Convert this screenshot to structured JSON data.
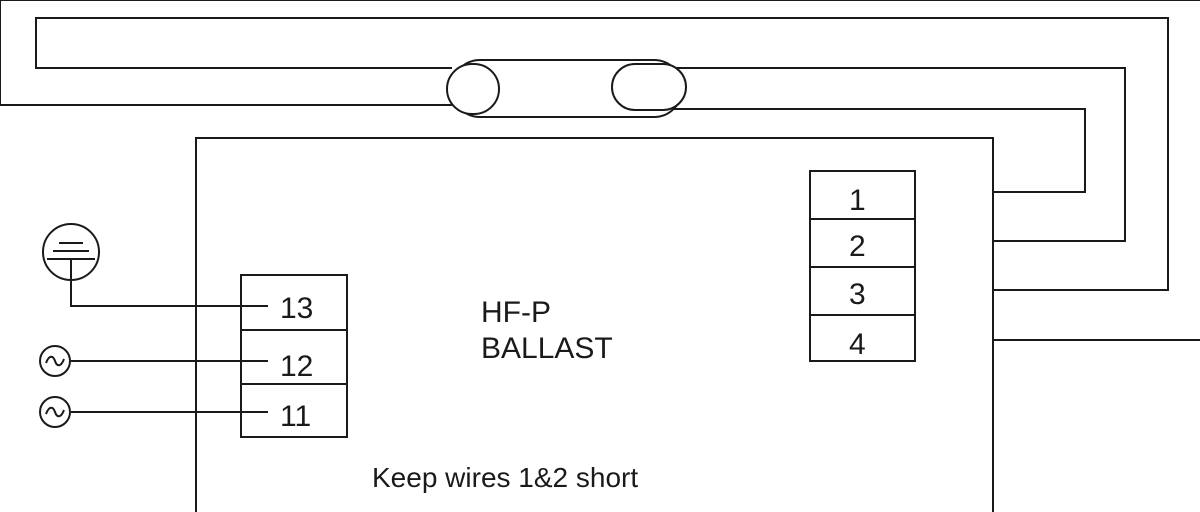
{
  "ballast": {
    "line1": "HF-P",
    "line2": "BALLAST",
    "note": "Keep wires 1&2 short"
  },
  "terminals_left": [
    "13",
    "12",
    "11"
  ],
  "terminals_right": [
    "1",
    "2",
    "3",
    "4"
  ],
  "symbols": {
    "earth": "earth-ground-icon",
    "ac": "ac-supply-icon"
  },
  "colors": {
    "line": "#1a1a1a",
    "background": "#ffffff"
  }
}
